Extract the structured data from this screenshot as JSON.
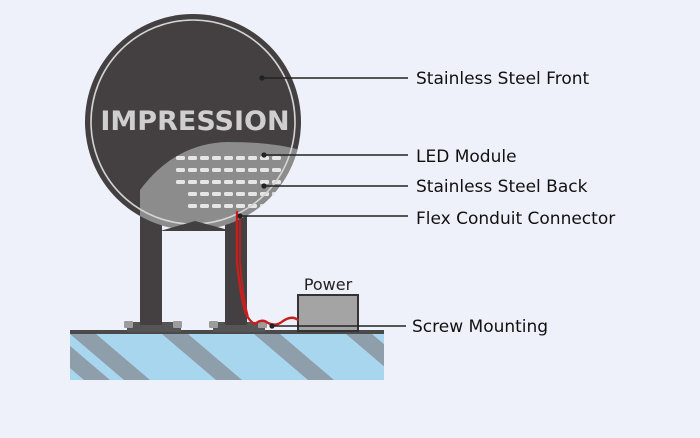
{
  "diagram": {
    "brand_text": "IMPRESSION",
    "power_label": "Power",
    "labels": {
      "front": "Stainless Steel Front",
      "led": "LED Module",
      "back": "Stainless Steel Back",
      "flex": "Flex Conduit Connector",
      "screw": "Screw Mounting"
    },
    "colors": {
      "background": "#eef1f9",
      "steel_front": "#444042",
      "steel_back": "#8c8c8c",
      "ring": "#d4d4d4",
      "wire": "#c81e1e",
      "ground_blue": "#a9d6ef",
      "ground_stripe": "#8f9eab",
      "power_box": "#a4a4a4",
      "leader_line": "#222222"
    }
  }
}
